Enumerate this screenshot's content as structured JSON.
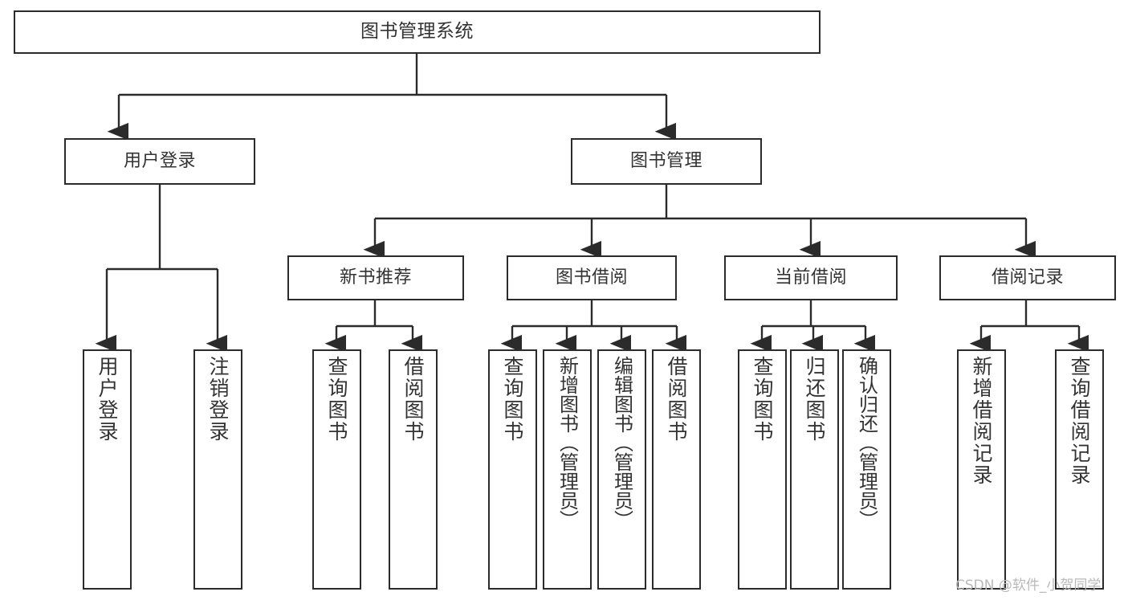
{
  "diagram": {
    "title": "图书管理系统",
    "type": "tree-hierarchy-chart",
    "colors": {
      "box_border": "#2b2b2b",
      "box_fill": "#ffffff",
      "edge": "#2b2b2b",
      "text": "#333333",
      "watermark": "#b9b9b9",
      "background": "#ffffff"
    },
    "root": {
      "id": "root",
      "label": "图书管理系统"
    },
    "level1": [
      {
        "id": "user-login",
        "label": "用户登录"
      },
      {
        "id": "book-manage",
        "label": "图书管理"
      }
    ],
    "level2": [
      {
        "id": "new-book-recommend",
        "label": "新书推荐",
        "parent": "book-manage"
      },
      {
        "id": "book-borrow",
        "label": "图书借阅",
        "parent": "book-manage"
      },
      {
        "id": "current-borrow",
        "label": "当前借阅",
        "parent": "book-manage"
      },
      {
        "id": "borrow-record",
        "label": "借阅记录",
        "parent": "book-manage"
      }
    ],
    "leaves": [
      {
        "id": "leaf-user-login",
        "label": "用户登录",
        "parent": "user-login"
      },
      {
        "id": "leaf-user-logout",
        "label": "注销登录",
        "parent": "user-login"
      },
      {
        "id": "leaf-query-book-1",
        "label": "查询图书",
        "parent": "new-book-recommend"
      },
      {
        "id": "leaf-borrow-book-1",
        "label": "借阅图书",
        "parent": "new-book-recommend"
      },
      {
        "id": "leaf-query-book-2",
        "label": "查询图书",
        "parent": "book-borrow"
      },
      {
        "id": "leaf-add-book",
        "label": "新增图书（管理员）",
        "parent": "book-borrow"
      },
      {
        "id": "leaf-edit-book",
        "label": "编辑图书（管理员）",
        "parent": "book-borrow"
      },
      {
        "id": "leaf-borrow-book-2",
        "label": "借阅图书",
        "parent": "book-borrow"
      },
      {
        "id": "leaf-query-book-3",
        "label": "查询图书",
        "parent": "current-borrow"
      },
      {
        "id": "leaf-return-book",
        "label": "归还图书",
        "parent": "current-borrow"
      },
      {
        "id": "leaf-confirm-return",
        "label": "确认归还（管理员）",
        "parent": "current-borrow"
      },
      {
        "id": "leaf-add-record",
        "label": "新增借阅记录",
        "parent": "borrow-record"
      },
      {
        "id": "leaf-query-record",
        "label": "查询借阅记录",
        "parent": "borrow-record"
      }
    ],
    "watermark": "CSDN @软件_小贺同学"
  }
}
